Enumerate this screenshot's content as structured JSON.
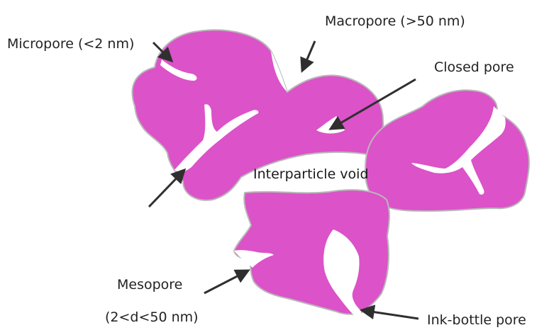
{
  "colors": {
    "particle_fill": "#dc52c8",
    "particle_edge": "#b8b8b8",
    "background": "#ffffff",
    "arrow": "#2f2f2f",
    "text": "#222222"
  },
  "labels": {
    "micropore": "Micropore (<2 nm)",
    "macropore": "Macropore (>50 nm)",
    "closed_pore": "Closed pore",
    "interparticle_void": "Interparticle void",
    "mesopore": "Mesopore",
    "mesopore_range": "(2<d<50 nm)",
    "ink_bottle_pore": "Ink-bottle pore"
  }
}
